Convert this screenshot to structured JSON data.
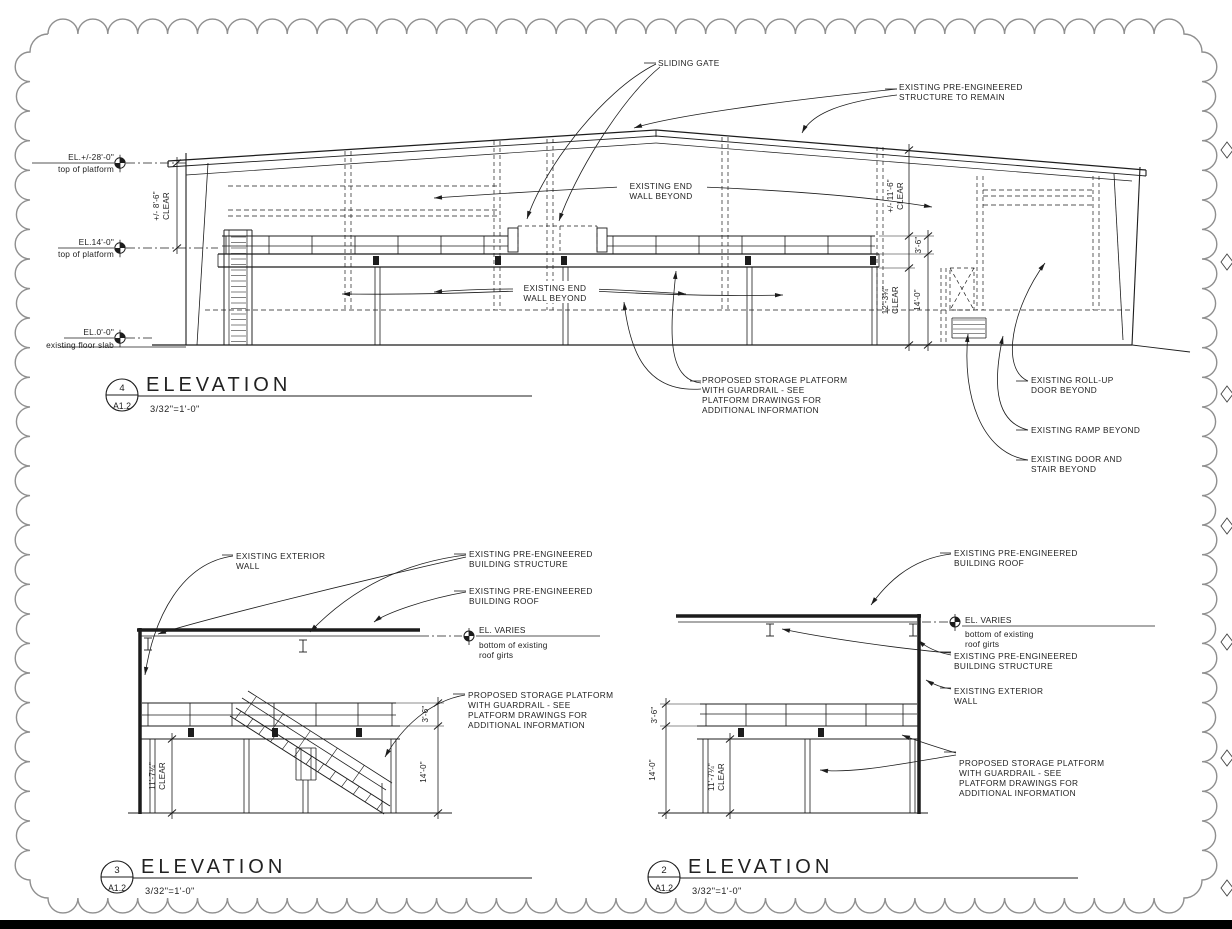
{
  "sheet": {
    "line_color": "#1c1c1c",
    "border_color": "#8f8f8f",
    "footer_bar_color": "#000000"
  },
  "elev_top": {
    "callout": {
      "num": "4",
      "sheet": "A1.2",
      "title": "ELEVATION",
      "scale": "3/32\"=1'-0\""
    },
    "markers": {
      "m28": {
        "el": "EL.+/-28'-0\"",
        "desc": "top of platform"
      },
      "m14": {
        "el": "EL.14'-0\"",
        "desc": "top of platform"
      },
      "m0": {
        "el": "EL.0'-0\"",
        "desc": "existing floor slab"
      }
    },
    "labels": {
      "sliding_gate": "SLIDING GATE",
      "structure_remain": [
        "EXISTING PRE-ENGINEERED",
        "STRUCTURE TO REMAIN"
      ],
      "end_wall_upper": [
        "EXISTING END",
        "WALL BEYOND"
      ],
      "end_wall_lower": [
        "EXISTING END",
        "WALL BEYOND"
      ],
      "proposed_platform": [
        "PROPOSED STORAGE PLATFORM",
        "WITH GUARDRAIL - SEE",
        "PLATFORM DRAWINGS FOR",
        "ADDITIONAL INFORMATION"
      ],
      "rollup_door": [
        "EXISTING ROLL-UP",
        "DOOR BEYOND"
      ],
      "ramp": "EXISTING RAMP BEYOND",
      "door_stair": [
        "EXISTING DOOR AND",
        "STAIR BEYOND"
      ]
    },
    "dims": {
      "clear_8_6": [
        "+/- 8'-6\"",
        "CLEAR"
      ],
      "clear_11_6": [
        "+/- 11'-6\"",
        "CLEAR"
      ],
      "rail_3_6": "3'-6\"",
      "clear_12_3": [
        "12'-3¾\"",
        "CLEAR"
      ],
      "height_14_0": "14'-0\""
    }
  },
  "elev_bl": {
    "callout": {
      "num": "3",
      "sheet": "A1.2",
      "title": "ELEVATION",
      "scale": "3/32\"=1'-0\""
    },
    "marker": {
      "el": "EL. VARIES",
      "desc": [
        "bottom of existing",
        "roof girts"
      ]
    },
    "labels": {
      "exterior_wall": [
        "EXISTING EXTERIOR",
        "WALL"
      ],
      "structure": [
        "EXISTING PRE-ENGINEERED",
        "BUILDING STRUCTURE"
      ],
      "roof": [
        "EXISTING PRE-ENGINEERED",
        "BUILDING ROOF"
      ],
      "proposed_platform": [
        "PROPOSED STORAGE PLATFORM",
        "WITH GUARDRAIL - SEE",
        "PLATFORM DRAWINGS FOR",
        "ADDITIONAL INFORMATION"
      ]
    },
    "dims": {
      "rail_3_6": "3'-6\"",
      "height_14_0": "14'-0\"",
      "clear_11_7": [
        "11'-7¼\"",
        "CLEAR"
      ]
    }
  },
  "elev_br": {
    "callout": {
      "num": "2",
      "sheet": "A1.2",
      "title": "ELEVATION",
      "scale": "3/32\"=1'-0\""
    },
    "marker": {
      "el": "EL. VARIES",
      "desc": [
        "bottom of existing",
        "roof girts"
      ]
    },
    "labels": {
      "roof": [
        "EXISTING PRE-ENGINEERED",
        "BUILDING ROOF"
      ],
      "structure": [
        "EXISTING PRE-ENGINEERED",
        "BUILDING STRUCTURE"
      ],
      "exterior_wall": [
        "EXISTING EXTERIOR",
        "WALL"
      ],
      "proposed_platform": [
        "PROPOSED STORAGE PLATFORM",
        "WITH GUARDRAIL - SEE",
        "PLATFORM DRAWINGS FOR",
        "ADDITIONAL INFORMATION"
      ]
    },
    "dims": {
      "rail_3_6": "3'-6\"",
      "height_14_0": "14'-0\"",
      "clear_11_7": [
        "11'-7¼\"",
        "CLEAR"
      ]
    }
  }
}
